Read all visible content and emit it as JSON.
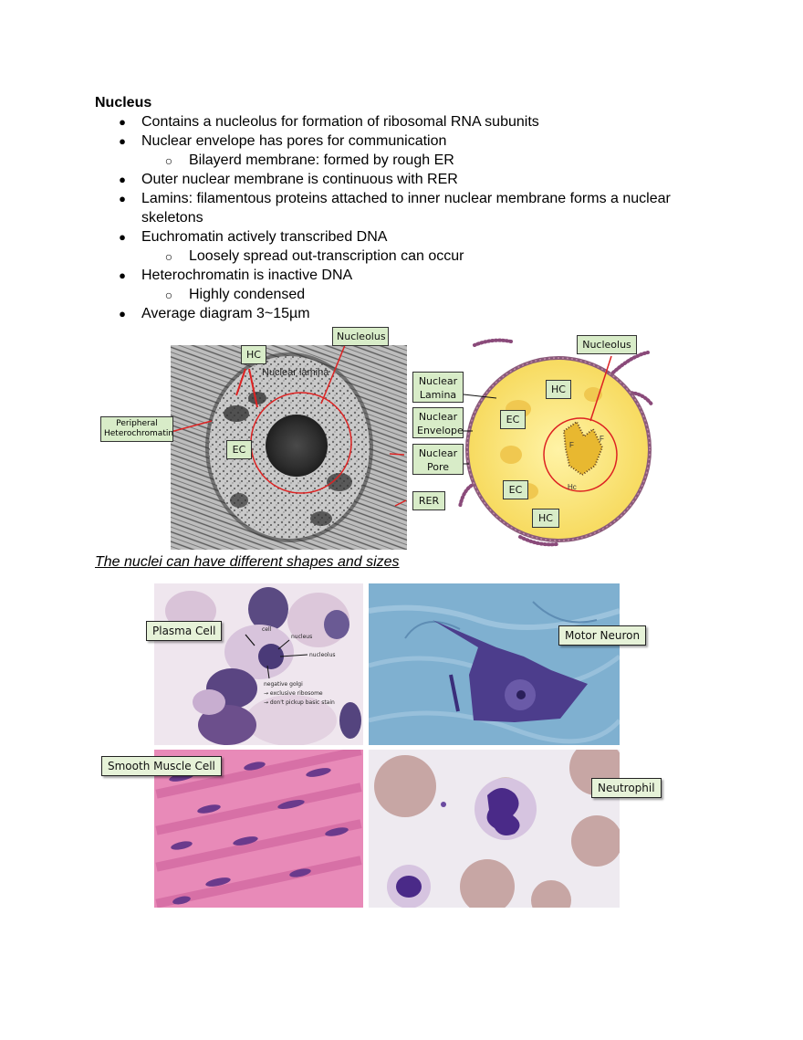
{
  "heading": "Nucleus",
  "bullets": [
    {
      "level": 1,
      "marker": "●",
      "text": "Contains a nucleolus for formation of ribosomal RNA subunits"
    },
    {
      "level": 1,
      "marker": "●",
      "text": "Nuclear envelope has pores for communication"
    },
    {
      "level": 2,
      "marker": "○",
      "text": "Bilayerd membrane: formed by rough ER"
    },
    {
      "level": 1,
      "marker": "●",
      "text": "Outer nuclear membrane is continuous with RER"
    },
    {
      "level": 1,
      "marker": "●",
      "text": "Lamins: filamentous proteins attached to inner nuclear membrane forms a nuclear"
    },
    {
      "level": 1,
      "marker": "",
      "text": "skeletons"
    },
    {
      "level": 1,
      "marker": "●",
      "text": "Euchromatin actively transcribed DNA"
    },
    {
      "level": 2,
      "marker": "○",
      "text": "Loosely spread out-transcription can occur"
    },
    {
      "level": 1,
      "marker": "●",
      "text": "Heterochromatin is inactive DNA"
    },
    {
      "level": 2,
      "marker": "○",
      "text": "Highly condensed"
    },
    {
      "level": 1,
      "marker": "●",
      "text": "Average diagram 3~15µm"
    }
  ],
  "em_labels": {
    "nucleolus": "Nucleolus",
    "hc": "HC",
    "nuclear_lamina_overlay": "Nuclear lamina",
    "peripheral_line1": "Peripheral",
    "peripheral_line2": "Heterochromatin",
    "ec": "EC",
    "nuclear_lamina_1": "Nuclear",
    "nuclear_lamina_2": "Lamina",
    "nuclear_envelope_1": "Nuclear",
    "nuclear_envelope_2": "Envelope",
    "nuclear_pore_1": "Nuclear",
    "nuclear_pore_2": "Pore",
    "rer": "RER"
  },
  "schematic_labels": {
    "nucleolus": "Nucleolus",
    "hc_top": "HC",
    "ec_top": "EC",
    "ec_bottom": "EC",
    "hc_bottom": "HC",
    "f1": "F",
    "f2": "F",
    "hc_small": "Hc"
  },
  "caption": "The nuclei can have different shapes and sizes",
  "cell_photos": {
    "plasma_cell": "Plasma Cell",
    "motor_neuron": "Motor Neuron",
    "smooth_muscle": "Smooth Muscle Cell",
    "neutrophil": "Neutrophil"
  },
  "plasma_annotations": {
    "cell": "cell",
    "nucleus": "nucleus",
    "nucleolus": "nucleolus",
    "note1": "negative golgi",
    "note2": "→ exclusive ribosome",
    "note3": "→ don't pickup basic stain"
  }
}
